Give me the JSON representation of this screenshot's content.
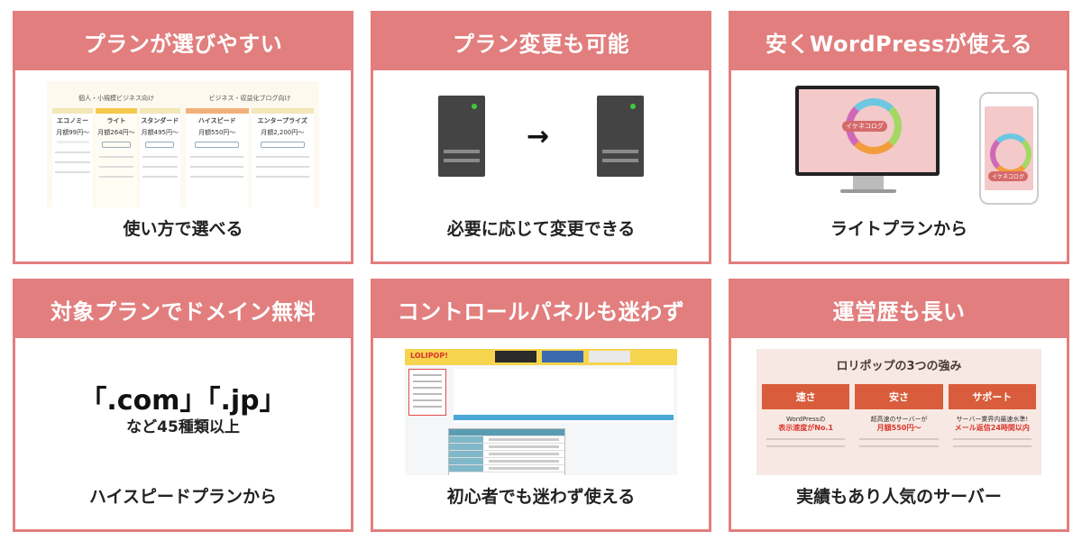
{
  "cards": [
    {
      "title": "プランが選びやすい",
      "caption": "使い方で選べる",
      "image": {
        "left_group_title": "個人・小規模ビジネス向け",
        "right_group_title": "ビジネス・収益化ブログ向け",
        "plans": [
          {
            "name": "エコノミー",
            "price": "月額99円〜"
          },
          {
            "name": "ライト",
            "price": "月額264円〜"
          },
          {
            "name": "スタンダード",
            "price": "月額495円〜"
          },
          {
            "name": "ハイスピード",
            "price": "月額550円〜"
          },
          {
            "name": "エンタープライズ",
            "price": "月額2,200円〜"
          }
        ]
      }
    },
    {
      "title": "プラン変更も可能",
      "caption": "必要に応じて変更できる",
      "image": {
        "arrow": "→"
      }
    },
    {
      "title": "安くWordPressが使える",
      "caption": "ライトプランから",
      "image": {
        "label": "イケネコログ"
      }
    },
    {
      "title": "対象プランでドメイン無料",
      "caption": "ハイスピードプランから",
      "domains": "「.com」「.jp」",
      "domain_sub": "など45種類以上"
    },
    {
      "title": "コントロールパネルも迷わず",
      "caption": "初心者でも迷わず使える",
      "image": {
        "logo": "LOLIPOP!"
      }
    },
    {
      "title": "運営歴も長い",
      "caption": "実績もあり人気のサーバー",
      "image": {
        "title": "ロリポップの3つの強み",
        "items": [
          {
            "label": "速さ",
            "sub1": "WordPressの",
            "sub2": "表示速度がNo.1"
          },
          {
            "label": "安さ",
            "sub1": "超高速のサーバーが",
            "sub2": "月額550円〜"
          },
          {
            "label": "サポート",
            "sub1": "サーバー業界内最速水準!",
            "sub2": "メール返信24時間以内"
          }
        ]
      }
    }
  ]
}
